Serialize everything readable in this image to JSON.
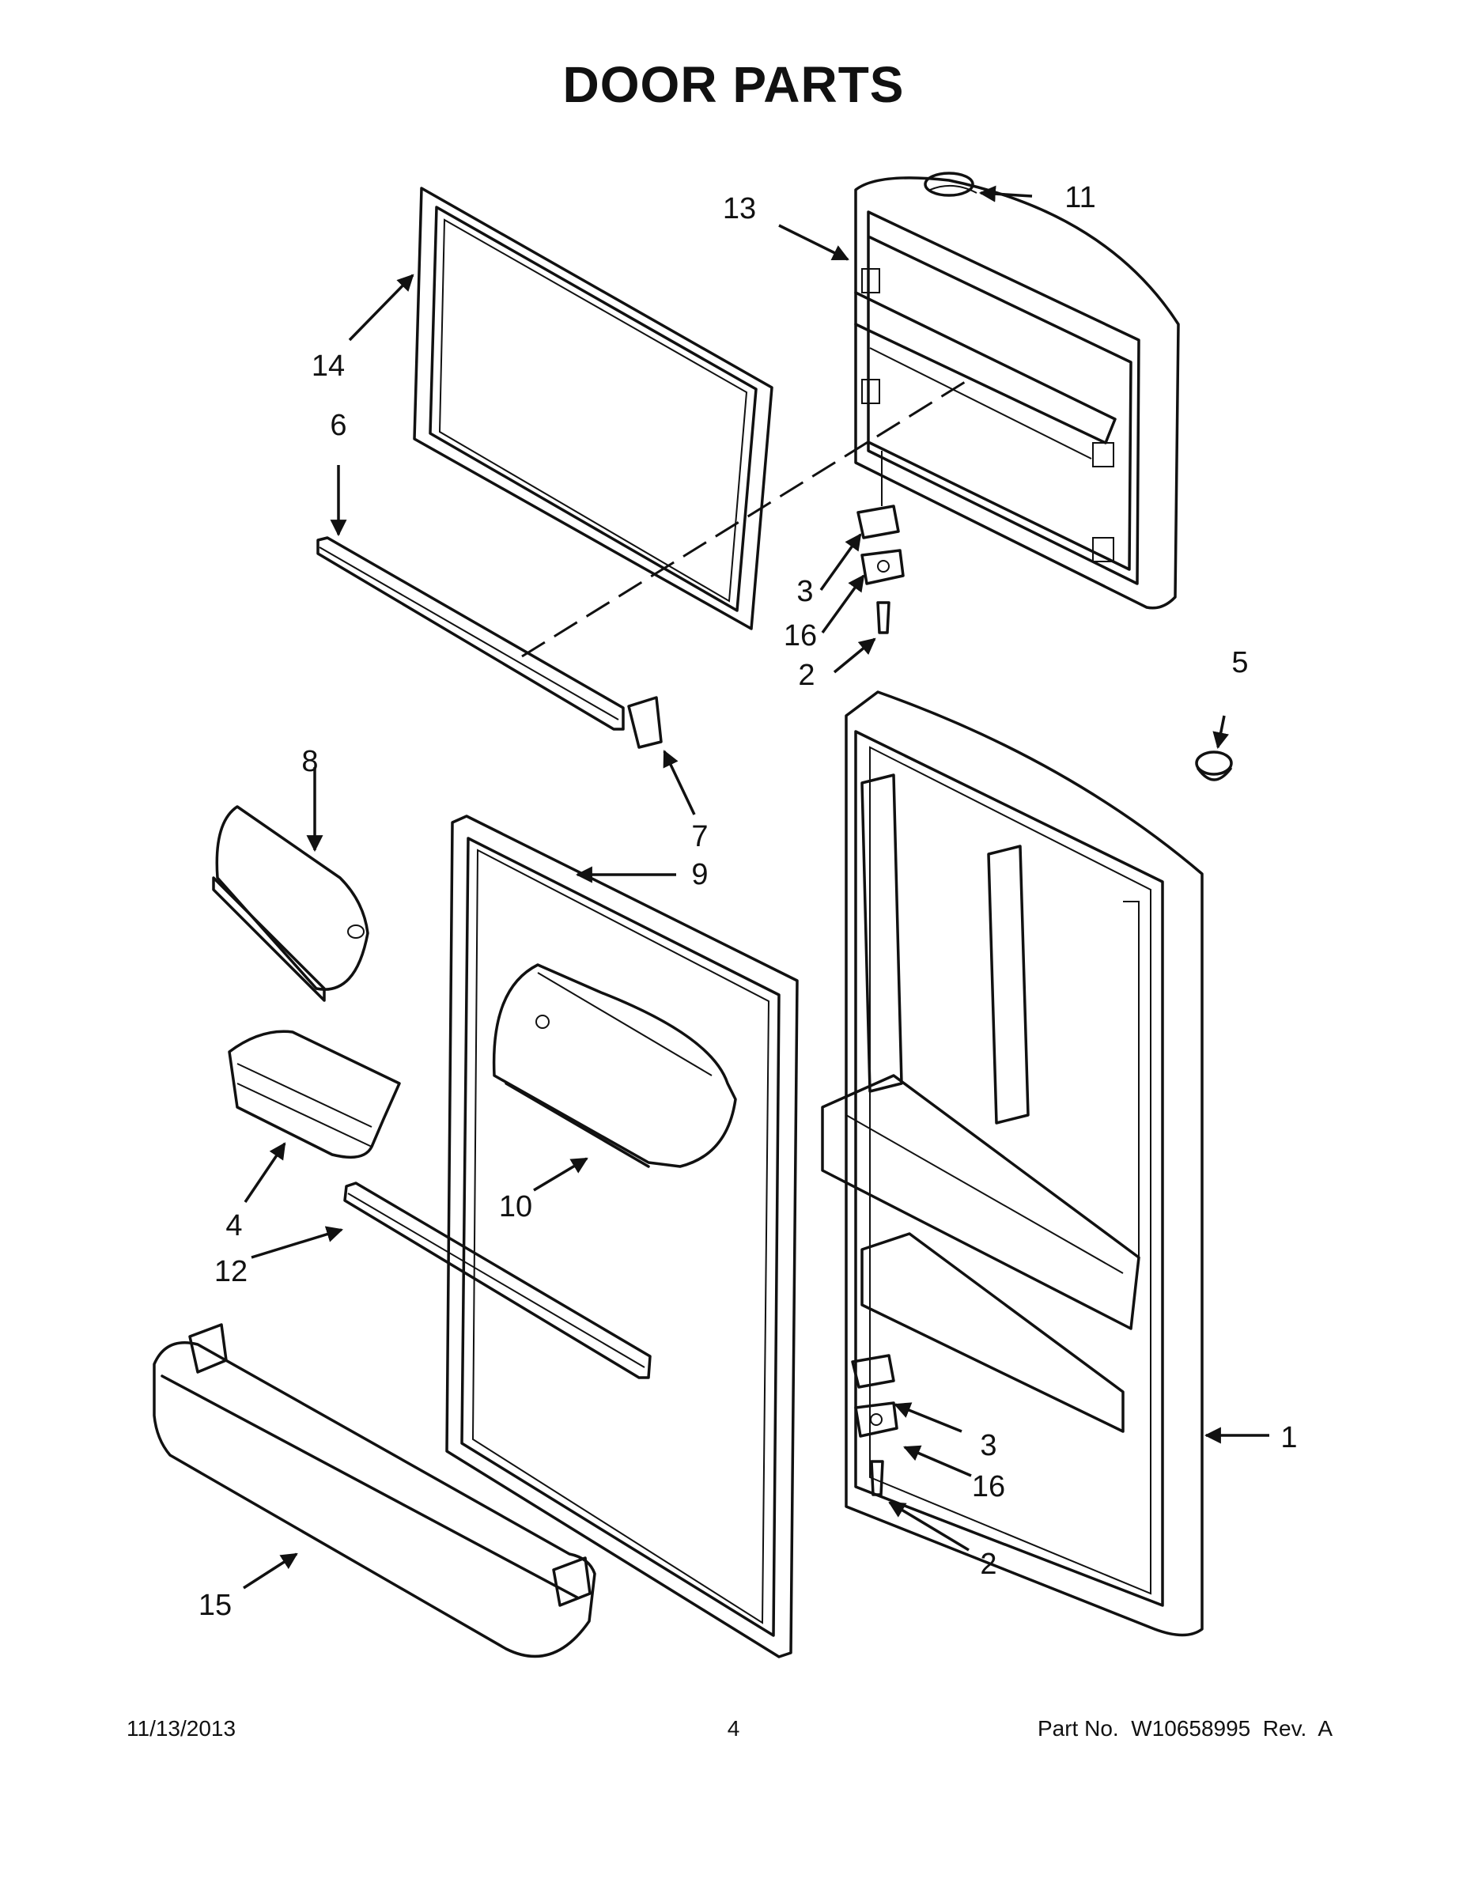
{
  "title": "DOOR PARTS",
  "footer": {
    "date": "11/13/2013",
    "page_number": "4",
    "part_number": "Part No.  W10658995  Rev.  A"
  },
  "callouts": {
    "c1": "1",
    "c2a": "2",
    "c2b": "2",
    "c3a": "3",
    "c3b": "3",
    "c4": "4",
    "c5": "5",
    "c6": "6",
    "c7": "7",
    "c8": "8",
    "c9": "9",
    "c10": "10",
    "c11": "11",
    "c12": "12",
    "c13": "13",
    "c14": "14",
    "c15": "15",
    "c16a": "16",
    "c16b": "16"
  }
}
